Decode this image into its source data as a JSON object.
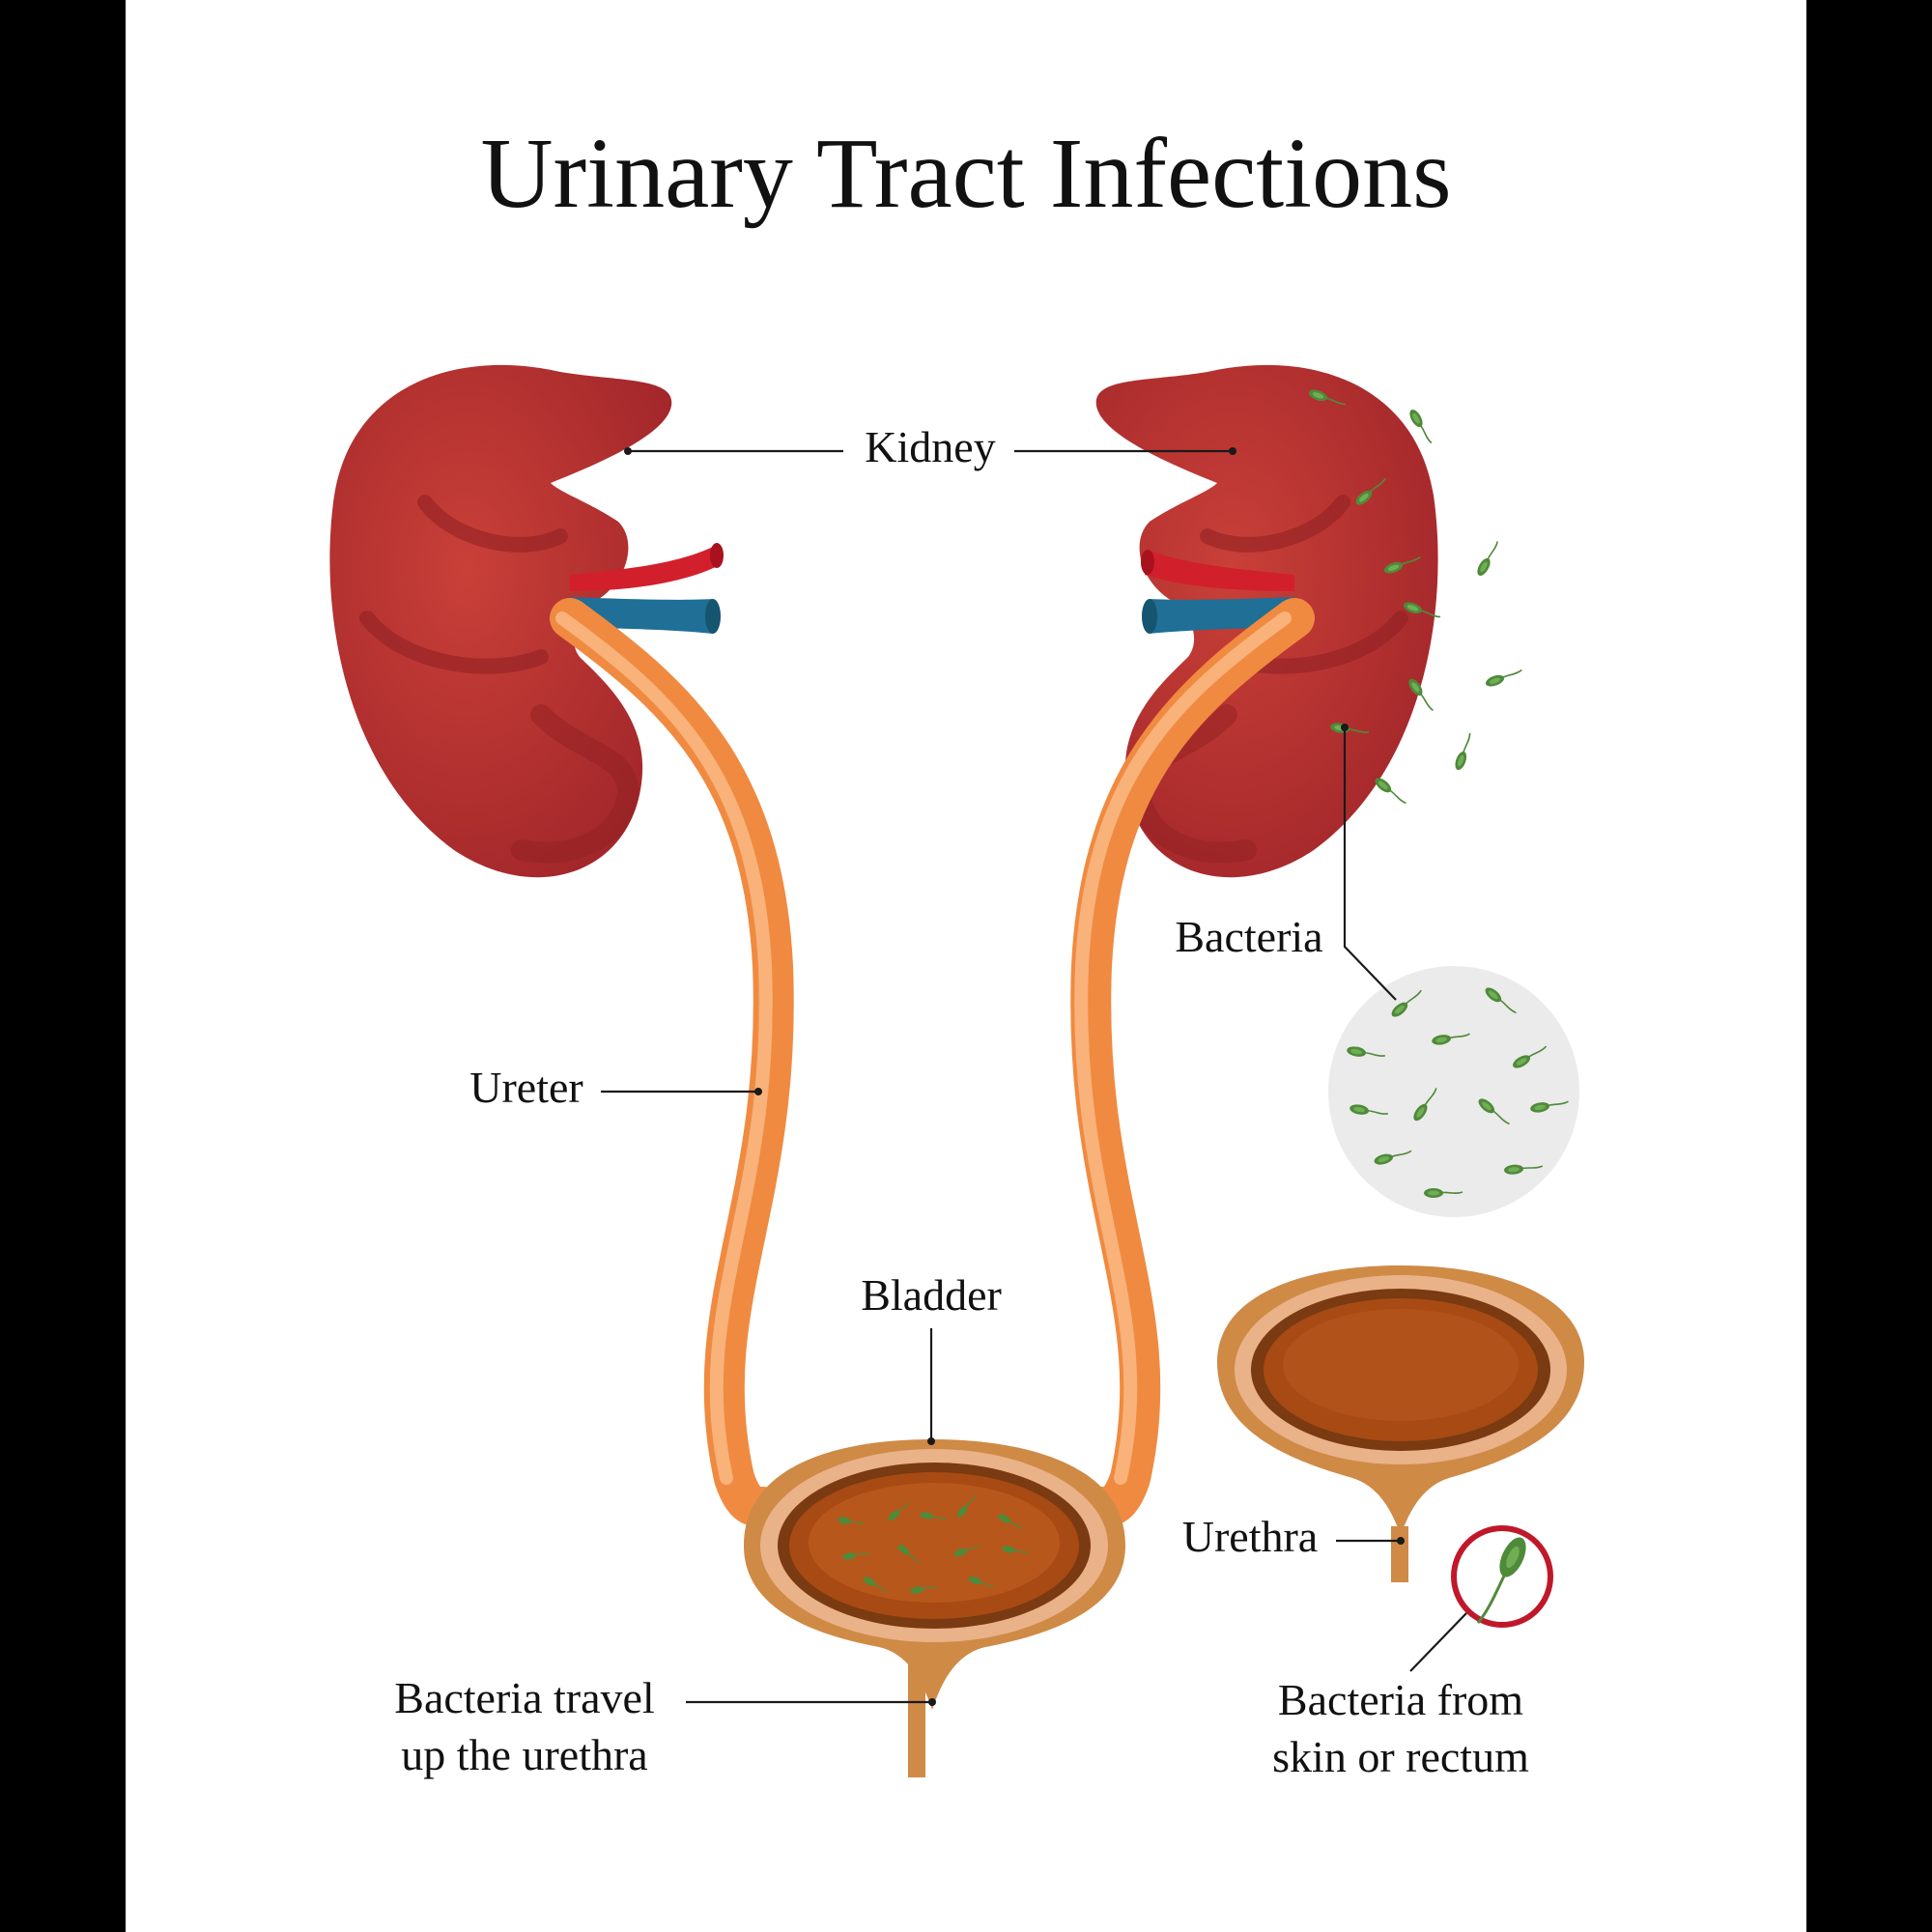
{
  "title": "Urinary Tract Infections",
  "labels": {
    "kidney": "Kidney",
    "ureter": "Ureter",
    "bacteria": "Bacteria",
    "bladder": "Bladder",
    "urethra": "Urethra",
    "travel_line1": "Bacteria travel",
    "travel_line2": "up the urethra",
    "source_line1": "Bacteria from",
    "source_line2": "skin or rectum"
  },
  "colors": {
    "kidney": "#b8302f",
    "kidney_dark": "#8e1f22",
    "artery": "#d21f2c",
    "vein": "#1f6f96",
    "ureter": "#f4934b",
    "bladder_wall": "#cf8a46",
    "bladder_inner": "#a84a13",
    "bacteria": "#4f8a3a",
    "background": "#ffffff",
    "frame": "#000000"
  }
}
